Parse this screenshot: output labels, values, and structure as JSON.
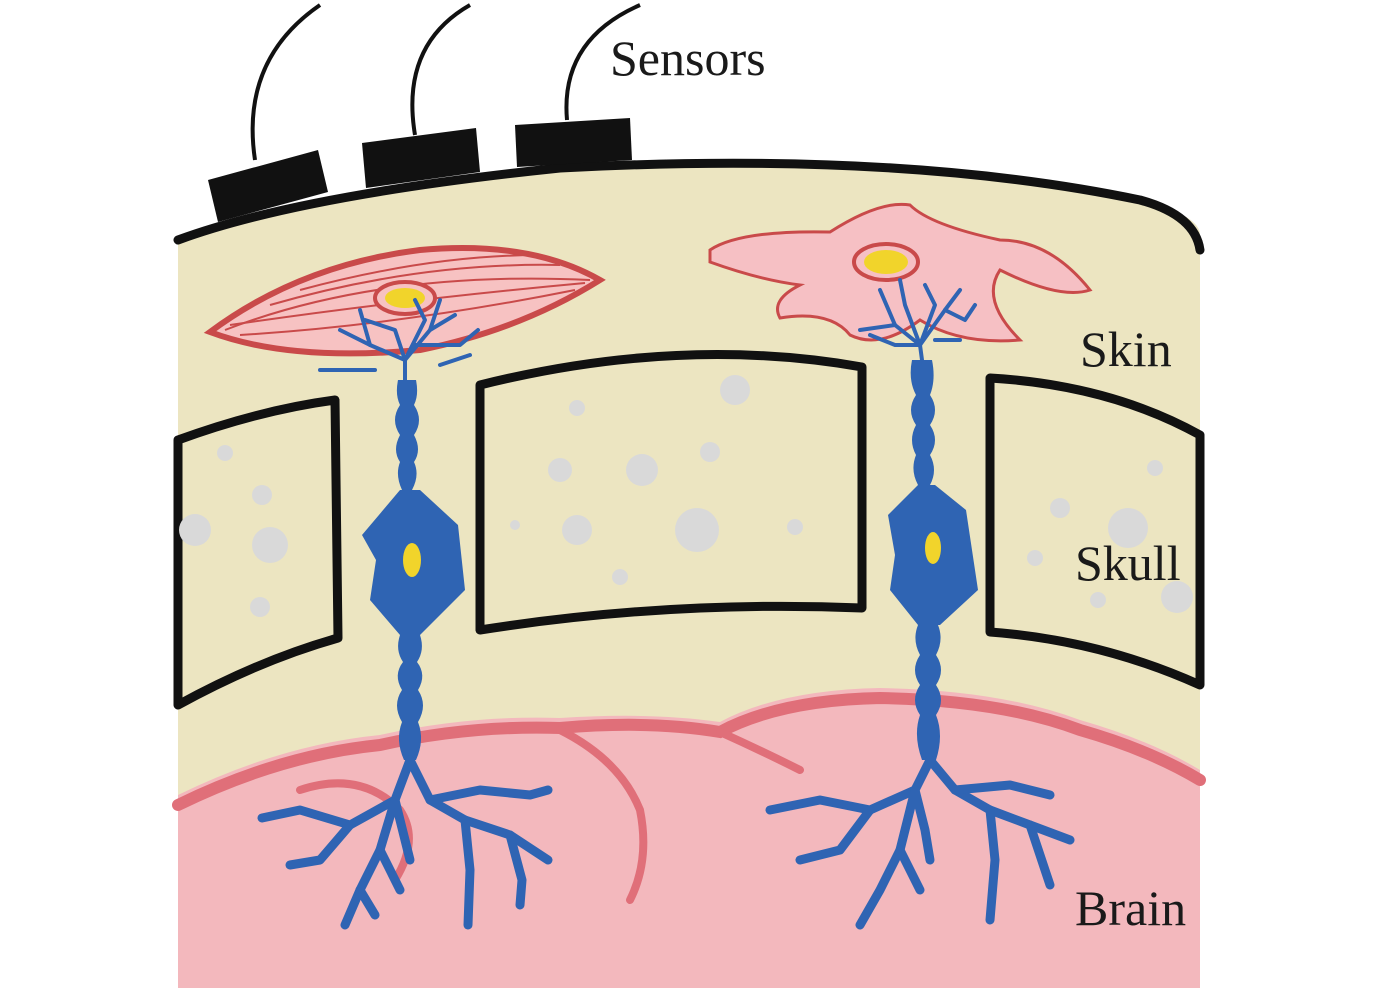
{
  "labels": {
    "sensors": "Sensors",
    "skin": "Skin",
    "skull": "Skull",
    "brain": "Brain"
  },
  "colors": {
    "skin": "#ece5c1",
    "brain": "#f3b8bd",
    "brain_folds": "#e06f79",
    "bone": "#ffffff",
    "bone_pores": "#d9d9d9",
    "muscle": "#f7c2c2",
    "muscle_outline": "#c94a4a",
    "gland": "#f6c0c4",
    "nucleus": "#f1d42b",
    "neuron": "#2f64b3",
    "sensor": "#111111"
  },
  "icons": {
    "sensor": "sensor-pad-icon",
    "muscle_cell": "muscle-fiber-icon",
    "skin_cell": "skin-cell-icon",
    "neuron": "neuron-icon"
  }
}
